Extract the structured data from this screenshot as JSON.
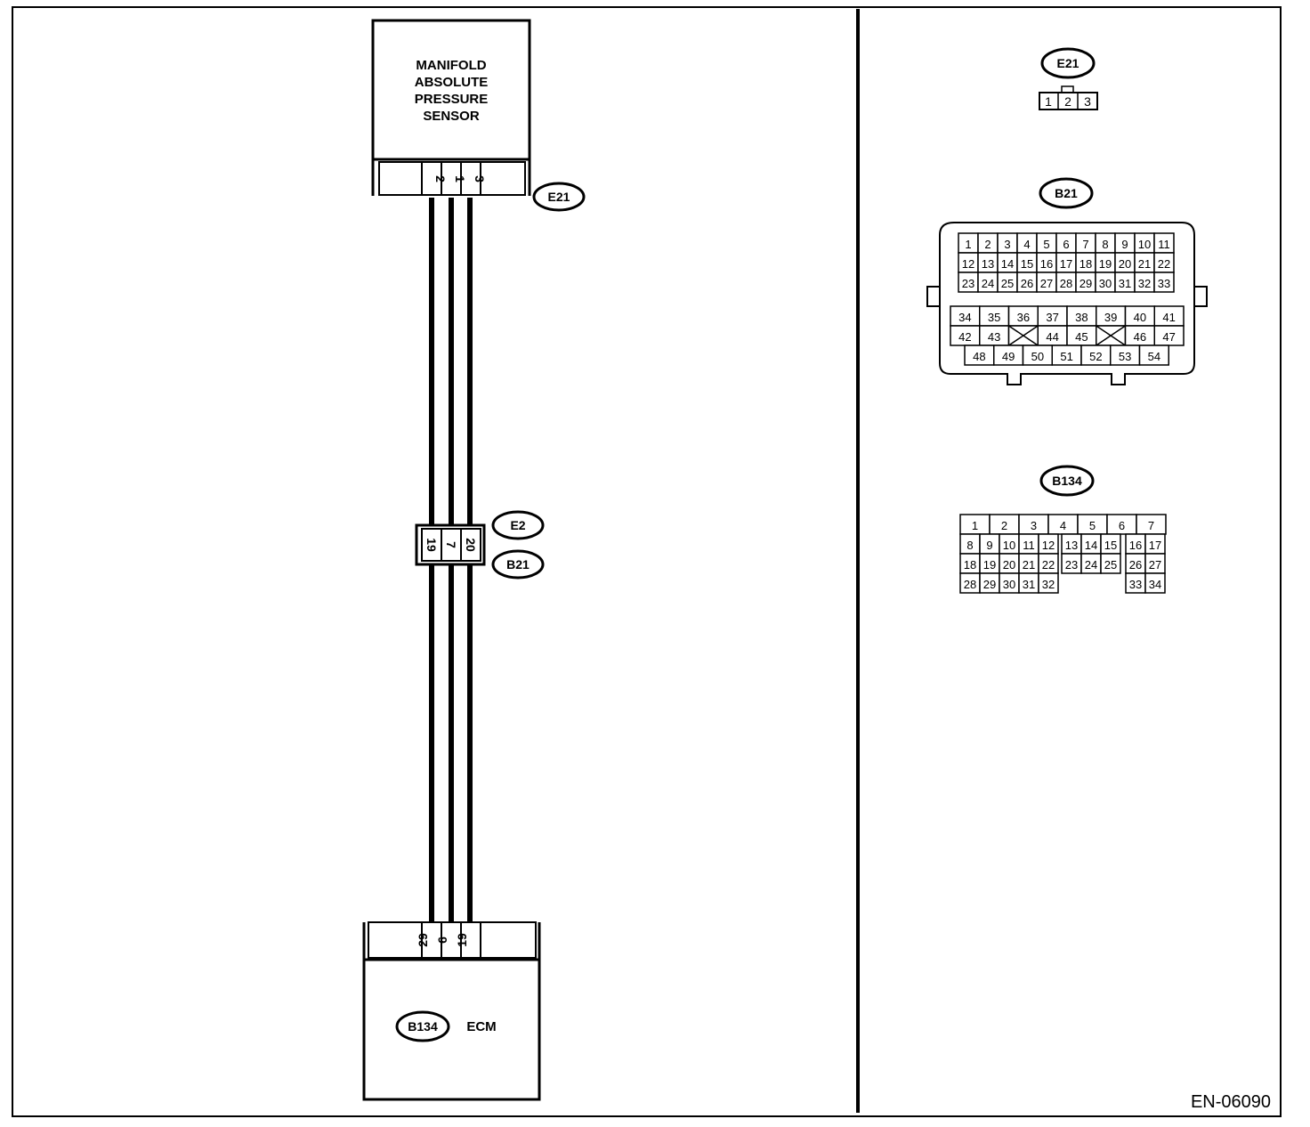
{
  "sensor": {
    "title_lines": [
      "MANIFOLD",
      "ABSOLUTE",
      "PRESSURE",
      "SENSOR"
    ],
    "connector_id": "E21",
    "pins": [
      "2",
      "1",
      "3"
    ]
  },
  "joint": {
    "connector_top_id": "E2",
    "connector_bottom_id": "B21",
    "pins": [
      "19",
      "7",
      "20"
    ]
  },
  "ecm": {
    "label": "ECM",
    "connector_id": "B134",
    "pins": [
      "29",
      "6",
      "19"
    ]
  },
  "connector_views": {
    "e21": {
      "id": "E21",
      "pins": [
        "1",
        "2",
        "3"
      ]
    },
    "b21": {
      "id": "B21",
      "rows_top": [
        [
          "1",
          "2",
          "3",
          "4",
          "5",
          "6",
          "7",
          "8",
          "9",
          "10",
          "11"
        ],
        [
          "12",
          "13",
          "14",
          "15",
          "16",
          "17",
          "18",
          "19",
          "20",
          "21",
          "22"
        ],
        [
          "23",
          "24",
          "25",
          "26",
          "27",
          "28",
          "29",
          "30",
          "31",
          "32",
          "33"
        ]
      ],
      "rows_bottom": [
        [
          "34",
          "35",
          "36",
          "37",
          "38",
          "39",
          "40",
          "41"
        ],
        [
          "42",
          "43",
          "",
          "44",
          "45",
          "",
          "46",
          "47"
        ],
        [
          "48",
          "49",
          "50",
          "51",
          "52",
          "53",
          "54"
        ]
      ]
    },
    "b134": {
      "id": "B134",
      "row1": [
        "1",
        "2",
        "3",
        "4",
        "5",
        "6",
        "7"
      ],
      "row2_main": [
        "8",
        "9",
        "10",
        "11",
        "12"
      ],
      "row2_mid": [
        "13",
        "14",
        "15"
      ],
      "row2_right": [
        "16",
        "17"
      ],
      "row3_main": [
        "18",
        "19",
        "20",
        "21",
        "22"
      ],
      "row3_mid": [
        "23",
        "24",
        "25"
      ],
      "row3_right": [
        "26",
        "27"
      ],
      "row4_main": [
        "28",
        "29",
        "30",
        "31",
        "32"
      ],
      "row4_right": [
        "33",
        "34"
      ]
    }
  },
  "figure_id": "EN-06090"
}
